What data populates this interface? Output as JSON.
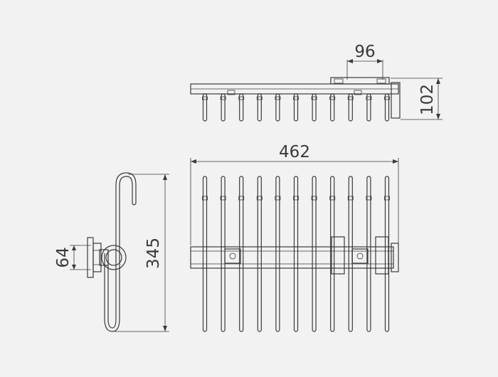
{
  "dimensions": {
    "top_bracket_width": "96",
    "top_height": "102",
    "front_width": "462",
    "side_height": "345",
    "side_mount_height": "64"
  },
  "colors": {
    "background": "#f2f2f2",
    "line": "#3a3a3a"
  },
  "drawing": {
    "rod_count": 11
  }
}
